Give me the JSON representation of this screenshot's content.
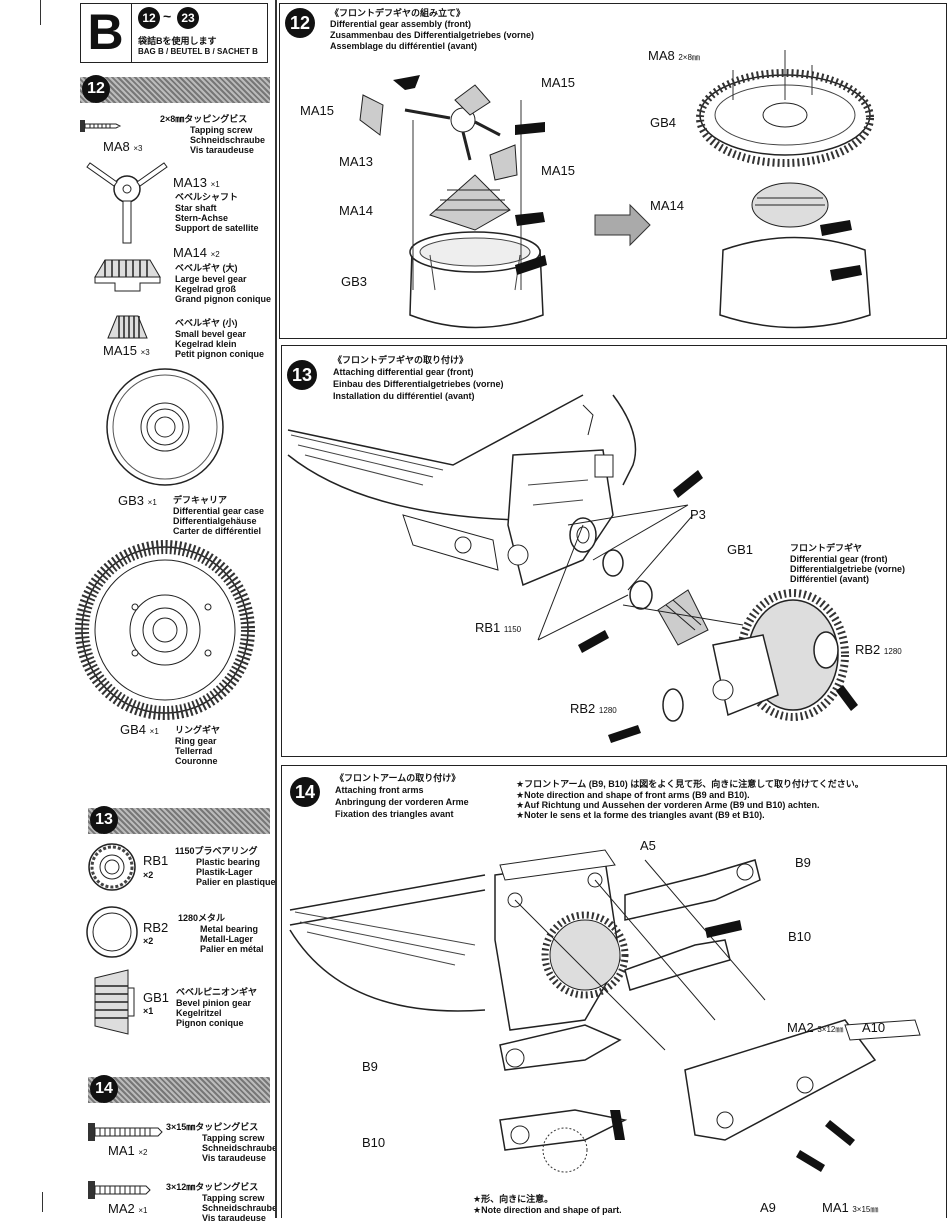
{
  "header": {
    "bag_letter": "B",
    "step_from": "12",
    "step_to": "23",
    "bag_jp": "袋詰Bを使用します",
    "bag_label": "BAG B / BEUTEL B / SACHET B"
  },
  "sidebar": {
    "step12": "12",
    "step13": "13",
    "step14": "14",
    "parts": [
      {
        "code": "MA8",
        "qty": "×3",
        "size_jp": "2×8㎜タッピングビス",
        "en": "Tapping screw",
        "de": "Schneidschraube",
        "fr": "Vis taraudeuse"
      },
      {
        "code": "MA13",
        "qty": "×1",
        "jp": "ベベルシャフト",
        "en": "Star shaft",
        "de": "Stern-Achse",
        "fr": "Support de satellite"
      },
      {
        "code": "MA14",
        "qty": "×2",
        "jp": "ベベルギヤ (大)",
        "en": "Large bevel gear",
        "de": "Kegelrad groß",
        "fr": "Grand pignon conique"
      },
      {
        "code": "MA15",
        "qty": "×3",
        "jp": "ベベルギヤ (小)",
        "en": "Small bevel gear",
        "de": "Kegelrad klein",
        "fr": "Petit pignon conique"
      },
      {
        "code": "GB3",
        "qty": "×1",
        "jp": "デフキャリア",
        "en": "Differential gear case",
        "de": "Differentialgehäuse",
        "fr": "Carter de différentiel"
      },
      {
        "code": "GB4",
        "qty": "×1",
        "jp": "リングギヤ",
        "en": "Ring gear",
        "de": "Tellerrad",
        "fr": "Couronne"
      },
      {
        "code": "RB1",
        "qty": "×2",
        "size_jp": "1150プラベアリング",
        "en": "Plastic bearing",
        "de": "Plastik-Lager",
        "fr": "Palier en plastique"
      },
      {
        "code": "RB2",
        "qty": "×2",
        "size_jp": "1280メタル",
        "en": "Metal bearing",
        "de": "Metall-Lager",
        "fr": "Palier en métal"
      },
      {
        "code": "GB1",
        "qty": "×1",
        "jp": "ベベルピニオンギヤ",
        "en": "Bevel pinion gear",
        "de": "Kegelritzel",
        "fr": "Pignon conique"
      },
      {
        "code": "MA1",
        "qty": "×2",
        "size_jp": "3×15㎜タッピングビス",
        "en": "Tapping screw",
        "de": "Schneidschraube",
        "fr": "Vis taraudeuse"
      },
      {
        "code": "MA2",
        "qty": "×1",
        "size_jp": "3×12㎜タッピングビス",
        "en": "Tapping screw",
        "de": "Schneidschraube",
        "fr": "Vis taraudeuse"
      }
    ]
  },
  "step12": {
    "num": "12",
    "jp": "《フロントデフギヤの組み立て》",
    "en": "Differential gear assembly (front)",
    "de": "Zusammenbau des Differentialgetriebes (vorne)",
    "fr": "Assemblage du différentiel (avant)",
    "labels": {
      "ma15a": "MA15",
      "ma15b": "MA15",
      "ma15c": "MA15",
      "ma13": "MA13",
      "ma14a": "MA14",
      "gb3": "GB3",
      "ma8": "MA8",
      "ma8size": "2×8㎜",
      "gb4": "GB4",
      "ma14b": "MA14"
    }
  },
  "step13": {
    "num": "13",
    "jp": "《フロントデフギヤの取り付け》",
    "en": "Attaching differential gear (front)",
    "de": "Einbau des Differentialgetriebes (vorne)",
    "fr": "Installation du différentiel (avant)",
    "labels": {
      "p3": "P3",
      "gb1": "GB1",
      "rb1": "RB1",
      "rb1size": "1150",
      "rb2a": "RB2",
      "rb2asize": "1280",
      "rb2b": "RB2",
      "rb2bsize": "1280"
    },
    "callout": {
      "jp": "フロントデフギヤ",
      "en": "Differential gear (front)",
      "de": "Differentialgetriebe (vorne)",
      "fr": "Différentiel (avant)"
    }
  },
  "step14": {
    "num": "14",
    "jp": "《フロントアームの取り付け》",
    "en": "Attaching front arms",
    "de": "Anbringung der vorderen Arme",
    "fr": "Fixation des triangles avant",
    "note_jp": "★フロントアーム (B9, B10) は図をよく見て形、向きに注意して取り付けてください。",
    "note_en": "★Note direction and shape of front arms (B9 and B10).",
    "note_de": "★Auf Richtung und Aussehen der vorderen Arme (B9 und B10) achten.",
    "note_fr": "★Noter le sens et la forme des triangles avant (B9 et B10).",
    "labels": {
      "a5": "A5",
      "b9a": "B9",
      "b10a": "B10",
      "b9b": "B9",
      "b10b": "B10",
      "ma2": "MA2",
      "ma2size": "3×12㎜",
      "a10": "A10",
      "a9": "A9",
      "ma1": "MA1",
      "ma1size": "3×15㎜"
    },
    "bottom_jp": "★形、向きに注意。",
    "bottom_en": "★Note direction and shape of part."
  }
}
